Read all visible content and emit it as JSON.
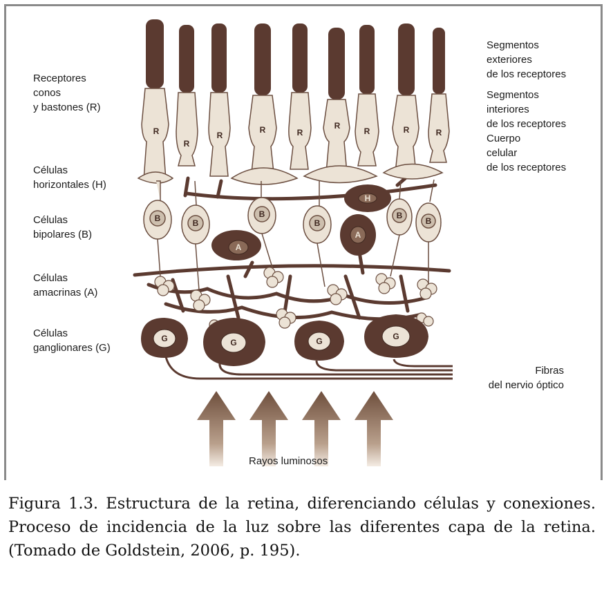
{
  "labels": {
    "receptores": "Receptores\nconos\ny bastones (R)",
    "horizontales": "Células\nhorizontales (H)",
    "bipolares": "Células\nbipolares (B)",
    "amacrinas": "Células\namacrinas (A)",
    "ganglionares": "Células\nganglionares (G)",
    "seg_exteriores": "Segmentos\nexteriores\nde los receptores",
    "seg_interiores": "Segmentos\ninteriores\nde los receptores",
    "cuerpo": "Cuerpo\ncelular\nde los receptores",
    "fibras": "Fibras\ndel nervio óptico",
    "rayos": "Rayos luminosos"
  },
  "cell_letters": {
    "receptor": "R",
    "horizontal": "H",
    "bipolar": "B",
    "amacrine": "A",
    "ganglion": "G"
  },
  "caption": "Figura 1.3. Estructura de la retina, diferenciando células y conexiones. Proceso de incidencia de la luz sobre las diferentes capa de la retina. (Tomado de Goldstein, 2006, p. 195).",
  "colors": {
    "frame": "#8a8a8a",
    "dark_cell": "#5b3a30",
    "light_cell": "#ece3d6",
    "outline": "#6b4e40",
    "arrow": "#7a5a48"
  }
}
